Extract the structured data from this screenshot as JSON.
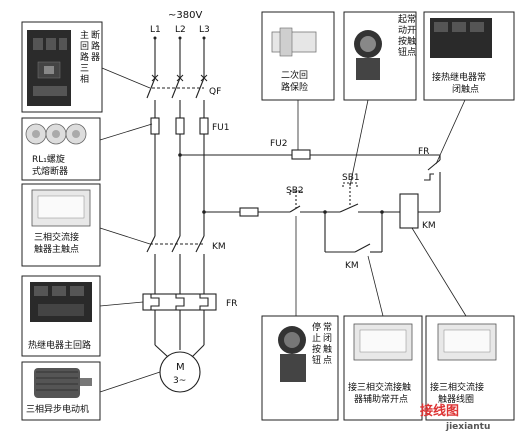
{
  "supply": {
    "voltage": "~380V",
    "l1": "L1",
    "l2": "L2",
    "l3": "L3"
  },
  "symbols": {
    "qf": "QF",
    "fu1": "FU1",
    "km_main": "KM",
    "fr": "FR",
    "motor_m": "M",
    "motor_3": "3~",
    "fu2": "FU2",
    "sb2": "SB2",
    "sb1": "SB1",
    "fr_contact": "FR",
    "km_coil": "KM",
    "km_aux": "KM"
  },
  "photos": {
    "breaker": "主回路三相断路器",
    "fuse_rl1": "RL1螺旋式熔断器",
    "contactor_main": "三相交流接触器主触点",
    "relay_main": "热继电器主回路",
    "motor": "三相异步电动机",
    "fuse2": "二次回路保险",
    "start_button": "起动按钮常开触点",
    "thermal_contact": "接热继电器常闭触点",
    "stop_button": "停止按钮常闭触点",
    "contactor_aux": "接三相交流接触器辅助常开点",
    "contactor_coil": "接三相交流接触器线圈"
  },
  "watermark": {
    "cn": "接线图",
    "en": "jiexiantu"
  }
}
